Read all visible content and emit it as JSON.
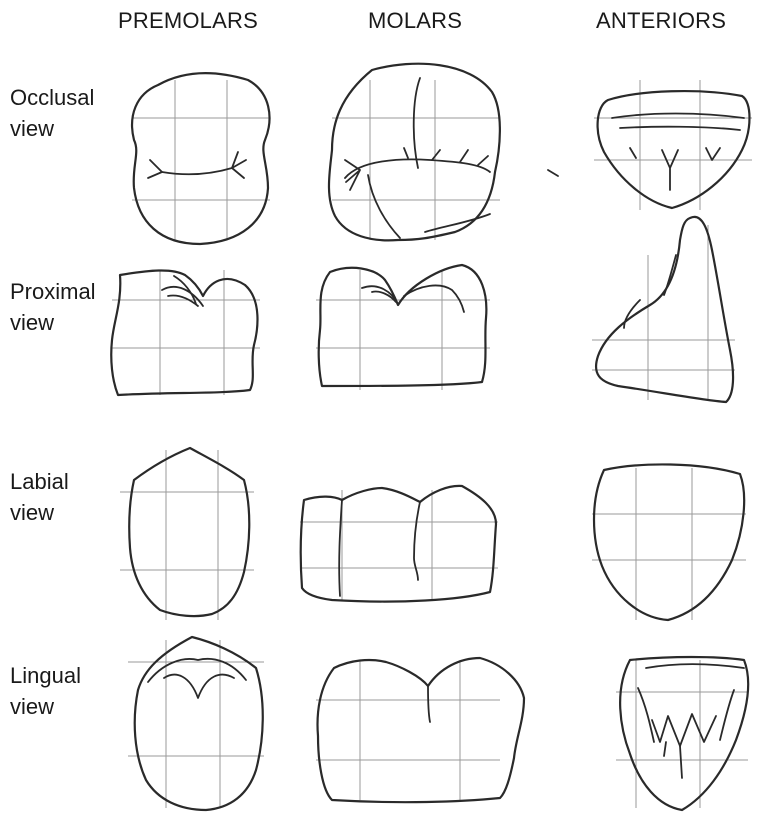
{
  "columns": [
    "PREMOLARS",
    "MOLARS",
    "ANTERIORS"
  ],
  "rows": [
    {
      "line1": "Occlusal",
      "line2": "view"
    },
    {
      "line1": "Proximal",
      "line2": "view"
    },
    {
      "line1": "Labial",
      "line2": "view"
    },
    {
      "line1": "Lingual",
      "line2": "view"
    }
  ]
}
